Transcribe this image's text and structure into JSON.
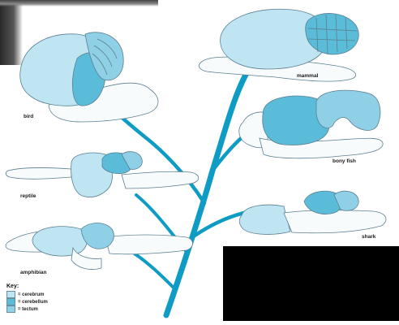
{
  "labels": {
    "bird": "bird",
    "mammal": "mammal",
    "reptile": "reptile",
    "bony_fish": "bony fish",
    "amphibian": "amphibian",
    "shark": "shark"
  },
  "key": {
    "title": "Key:",
    "items": [
      {
        "label": "= cerebrum",
        "color": "#bfe4f2"
      },
      {
        "label": "= cerebellum",
        "color": "#5bbcd9"
      },
      {
        "label": "= tectum",
        "color": "#8fd0e6"
      }
    ]
  },
  "colors": {
    "tree": "#0f9cc4",
    "cerebrum": "#bfe4f2",
    "cerebellum": "#5bbcd9",
    "tectum": "#8fd0e6",
    "outline": "#5a7f90"
  }
}
